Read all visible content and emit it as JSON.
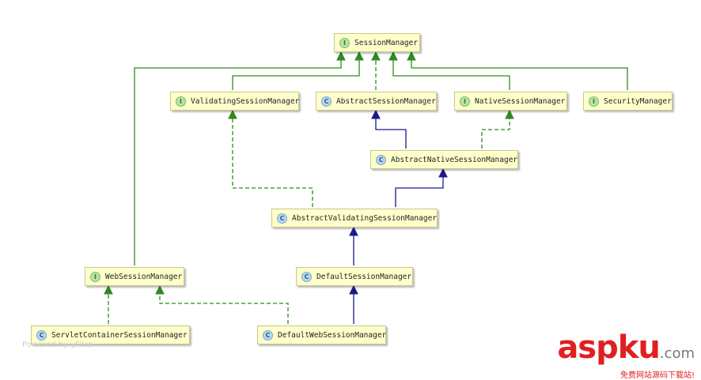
{
  "nodes": {
    "session_manager": {
      "kind": "I",
      "label": "SessionManager"
    },
    "validating_session_manager": {
      "kind": "I",
      "label": "ValidatingSessionManager"
    },
    "abstract_session_manager": {
      "kind": "C",
      "label": "AbstractSessionManager"
    },
    "native_session_manager": {
      "kind": "I",
      "label": "NativeSessionManager"
    },
    "security_manager": {
      "kind": "I",
      "label": "SecurityManager"
    },
    "abstract_native_session_manager": {
      "kind": "C",
      "label": "AbstractNativeSessionManager"
    },
    "abstract_validating_session_manager": {
      "kind": "C",
      "label": "AbstractValidatingSessionManager"
    },
    "web_session_manager": {
      "kind": "I",
      "label": "WebSessionManager"
    },
    "default_session_manager": {
      "kind": "C",
      "label": "DefaultSessionManager"
    },
    "servlet_container_session_manager": {
      "kind": "C",
      "label": "ServletContainerSessionManager"
    },
    "default_web_session_manager": {
      "kind": "C",
      "label": "DefaultWebSessionManager"
    }
  },
  "edge_colors": {
    "interface_extends": "#2e8b1e",
    "class_extends": "#1a1a8c",
    "implements": "#2e8b1e"
  },
  "watermarks": {
    "yfiles": "Powered by yFiles",
    "brand": "aspku",
    "brand_domain": ".com",
    "brand_sub": "免费网站源码下载站!"
  }
}
